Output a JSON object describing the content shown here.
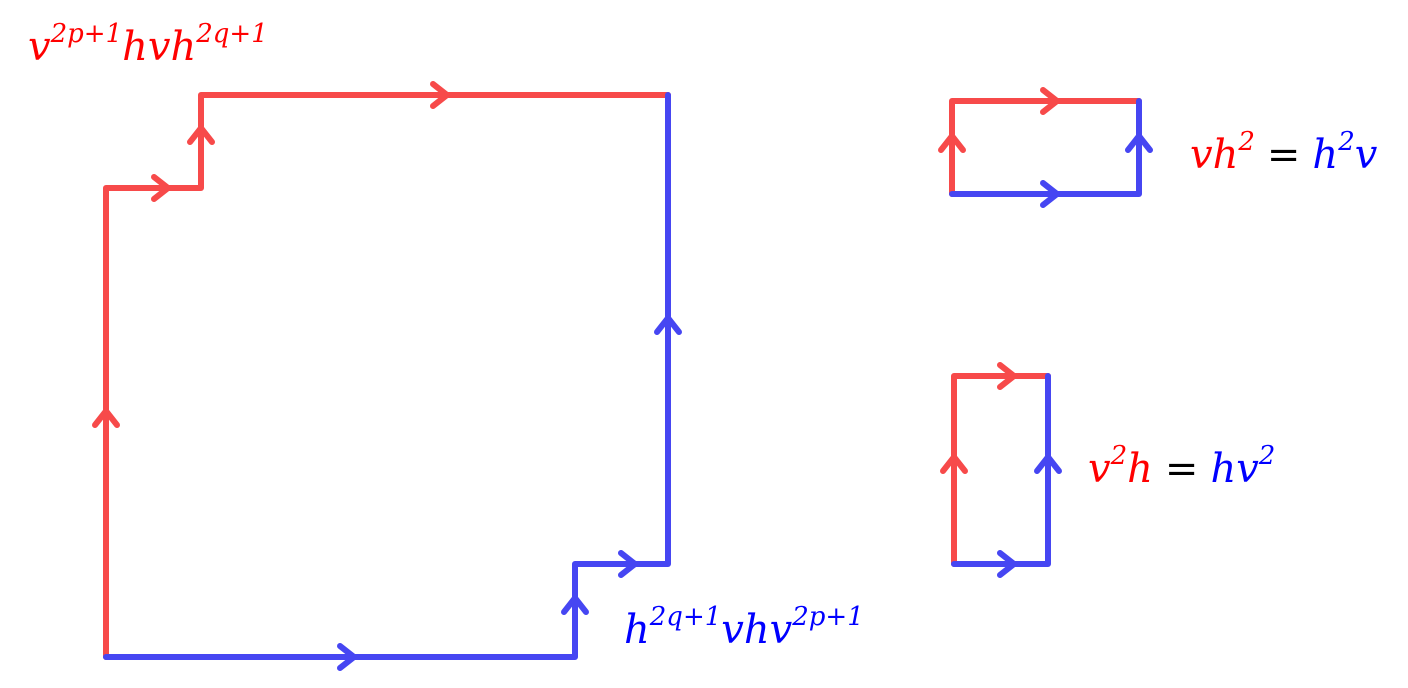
{
  "colors": {
    "red": "#f74a4a",
    "blue": "#4646f2",
    "red_text": "#ff0000",
    "blue_text": "#0000ff",
    "black_text": "#000000"
  },
  "labels": {
    "top_left": {
      "b1": "v",
      "s1": "2p+1",
      "b2": "hvh",
      "s2": "2q+1"
    },
    "bottom": {
      "b1": "h",
      "s1": "2q+1",
      "b2": "vhv",
      "s2": "2p+1"
    },
    "rel1": {
      "lhs_b": "vh",
      "lhs_s": "2",
      "eq": "=",
      "rhs_b1": "h",
      "rhs_s": "2",
      "rhs_b2": "v"
    },
    "rel2": {
      "lhs_b1": "v",
      "lhs_s": "2",
      "lhs_b2": "h",
      "eq": "=",
      "rhs_b": "hv",
      "rhs_s": "2"
    }
  }
}
